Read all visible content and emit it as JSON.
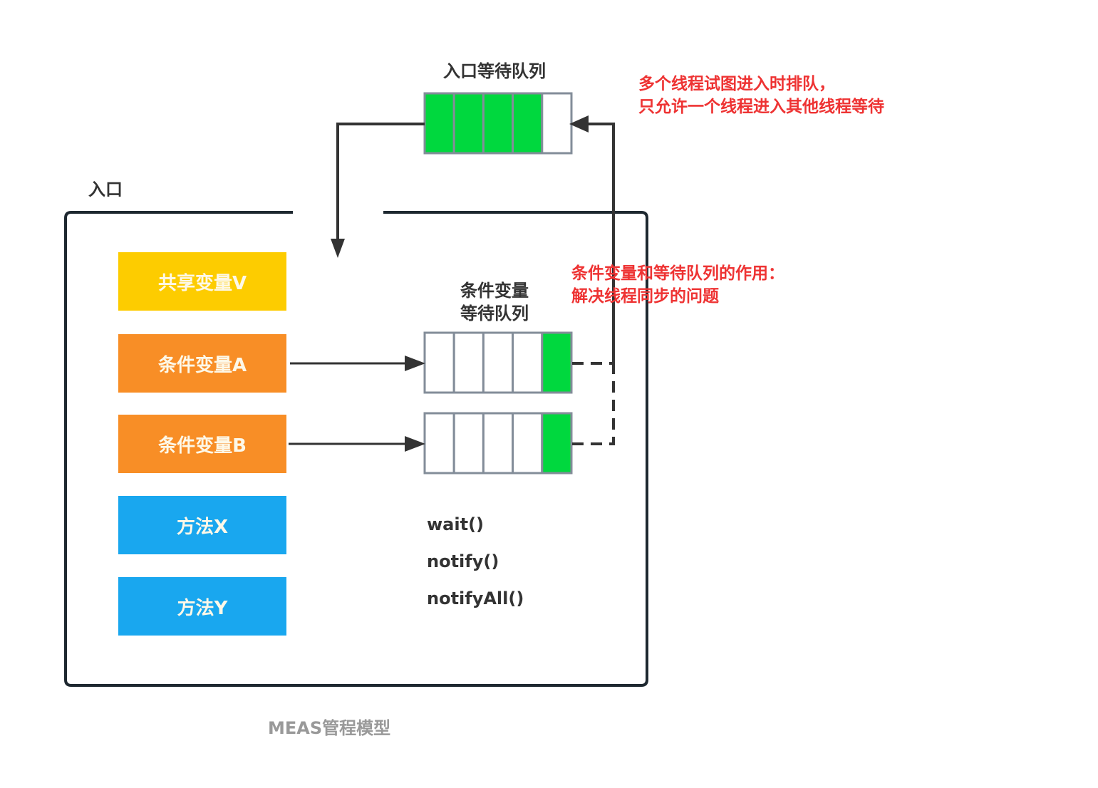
{
  "diagram": {
    "caption": "MEAS管程模型",
    "entry_label": "入口",
    "entry_queue": {
      "title": "入口等待队列",
      "slots_filled": 4,
      "slots_total": 5
    },
    "condition_queue": {
      "title_line1": "条件变量",
      "title_line2": "等待队列",
      "queues": [
        {
          "name": "条件变量A",
          "slots_filled": 1,
          "slots_total": 5
        },
        {
          "name": "条件变量B",
          "slots_filled": 1,
          "slots_total": 5
        }
      ]
    },
    "boxes": [
      {
        "label": "共享变量V",
        "kind": "shared-variable",
        "color": "#fdcc00"
      },
      {
        "label": "条件变量A",
        "kind": "condition-variable",
        "color": "#f88e26"
      },
      {
        "label": "条件变量B",
        "kind": "condition-variable",
        "color": "#f88e26"
      },
      {
        "label": "方法X",
        "kind": "method",
        "color": "#19a7ef"
      },
      {
        "label": "方法Y",
        "kind": "method",
        "color": "#19a7ef"
      }
    ],
    "methods": [
      "wait()",
      "notify()",
      "notifyAll()"
    ],
    "annotations": {
      "entry_note_line1": "多个线程试图进入时排队，",
      "entry_note_line2": "只允许一个线程进入其他线程等待",
      "cond_note_line1": "条件变量和等待队列的作用：",
      "cond_note_line2": "解决线程同步的问题"
    },
    "colors": {
      "queue_fill": "#00d83e",
      "queue_border": "#838d99",
      "line": "#333333",
      "annotation": "#ee3333",
      "caption": "#999999"
    }
  }
}
